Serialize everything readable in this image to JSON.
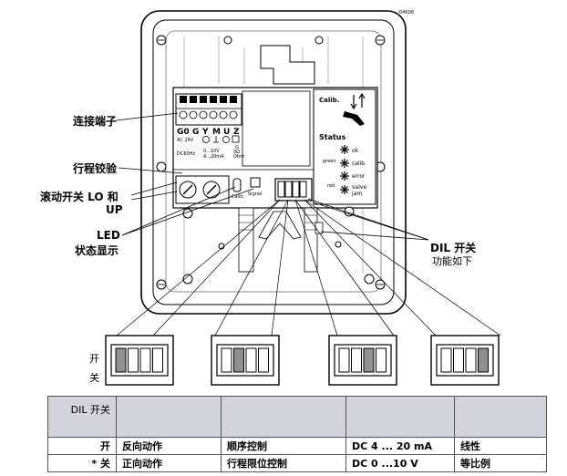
{
  "figure_code": "04K08",
  "callouts": {
    "terminals": "连接端子",
    "stroke_calibration": "行程铰验",
    "rolling_switch_line1": "滚动开关 LO 和",
    "rolling_switch_line2": "UP",
    "led_line1": "LED",
    "led_line2": "状态显示",
    "dil_title": "DIL 开关",
    "dil_sub": "功能如下"
  },
  "device": {
    "terminal_labels": [
      "G0",
      "G",
      "Y",
      "M",
      "U",
      "Z"
    ],
    "supply_text_1": "AC 24V",
    "supply_text_2": "DC60Hz",
    "signal_text_1": "0...10V",
    "signal_text_2": "4...20mA",
    "g_text_1": "G",
    "g_text_2": "0Ω",
    "g_text_3": "Ohm",
    "calib_button": "Calib.",
    "signal_button": "Signal",
    "status_panel": {
      "calib_title": "Calib.",
      "status_title": "Status",
      "green_label": "green",
      "red_label": "red",
      "ok": "ok",
      "calib": "calib.",
      "error": "error",
      "valve": "valve",
      "jam": "jam"
    }
  },
  "switch_diagrams": {
    "side_label_top": "开",
    "side_label_bottom": "关",
    "active_positions": [
      1,
      2,
      3,
      4
    ]
  },
  "table": {
    "header": "DIL 开关",
    "rows": [
      {
        "state": "开",
        "c1": "反向动作",
        "c2": "顺序控制",
        "c3": "DC 4 ... 20 mA",
        "c4": "线性"
      },
      {
        "state": "* 关",
        "c1": "正向动作",
        "c2": "行程限位控制",
        "c3": "DC 0 ...10 V",
        "c4": "等比例"
      }
    ]
  }
}
